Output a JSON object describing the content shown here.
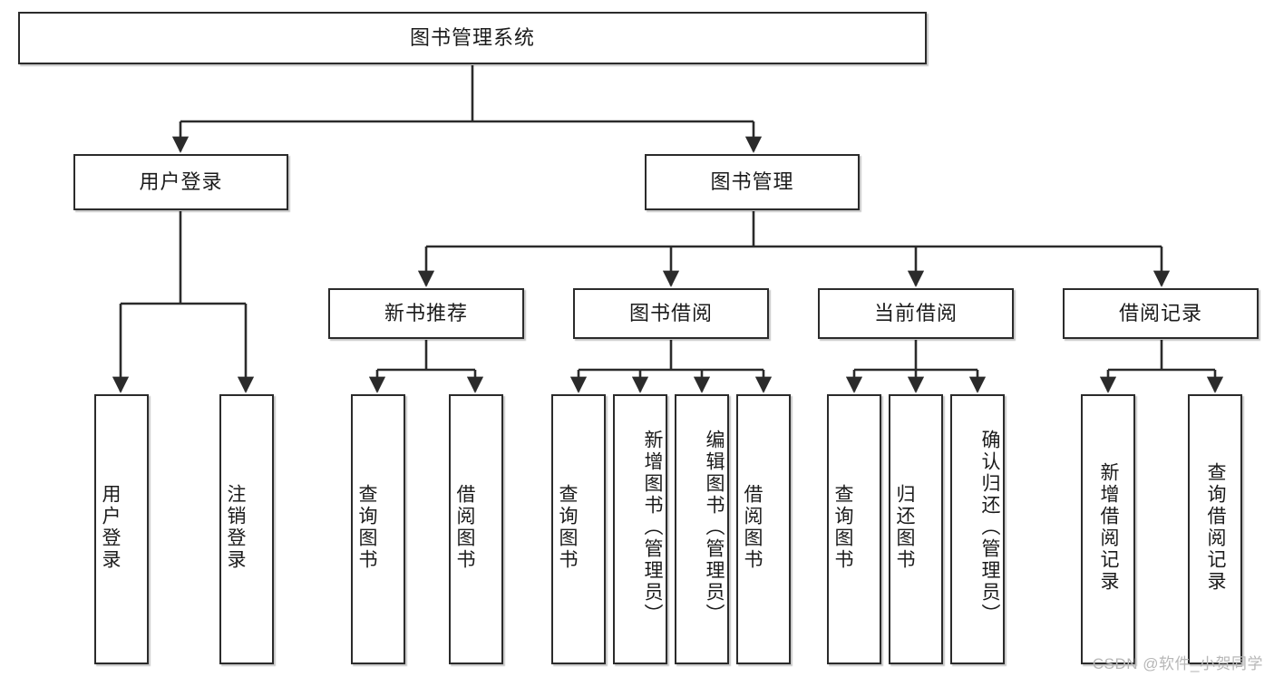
{
  "diagram": {
    "title": "图书管理系统",
    "watermark": "CSDN @软件_小贺同学",
    "colors": {
      "box_border": "#2b2b2b",
      "box_fill": "#ffffff",
      "edge": "#2b2b2b",
      "text": "#1b1b1b",
      "watermark": "#b7b7b7",
      "background": "#ffffff"
    },
    "root": {
      "label": "图书管理系统"
    },
    "level2": [
      {
        "label": "用户登录"
      },
      {
        "label": "图书管理"
      }
    ],
    "level3": [
      {
        "label": "新书推荐"
      },
      {
        "label": "图书借阅"
      },
      {
        "label": "当前借阅"
      },
      {
        "label": "借阅记录"
      }
    ],
    "leaves": {
      "user_login": [
        {
          "label": "用户登录"
        },
        {
          "label": "注销登录"
        }
      ],
      "new_book_recommend": [
        {
          "label": "查询图书"
        },
        {
          "label": "借阅图书"
        }
      ],
      "book_borrow": [
        {
          "label": "查询图书"
        },
        {
          "label": "新增图书（管理员）"
        },
        {
          "label": "编辑图书（管理员）"
        },
        {
          "label": "借阅图书"
        }
      ],
      "current_borrow": [
        {
          "label": "查询图书"
        },
        {
          "label": "归还图书"
        },
        {
          "label": "确认归还（管理员）"
        }
      ],
      "borrow_record": [
        {
          "label": "新增借阅记录"
        },
        {
          "label": "查询借阅记录"
        }
      ]
    }
  }
}
